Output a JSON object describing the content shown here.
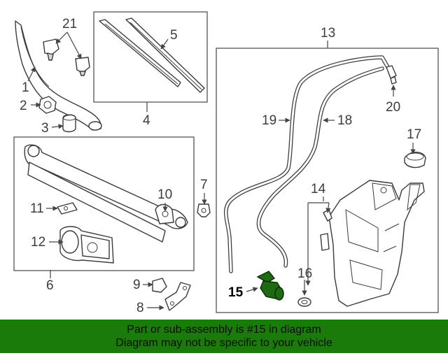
{
  "callouts": {
    "c1": "1",
    "c2": "2",
    "c3": "3",
    "c4": "4",
    "c5": "5",
    "c6": "6",
    "c7": "7",
    "c8": "8",
    "c9": "9",
    "c10": "10",
    "c11": "11",
    "c12": "12",
    "c13": "13",
    "c14": "14",
    "c15": "15",
    "c16": "16",
    "c17": "17",
    "c18": "18",
    "c19": "19",
    "c20": "20",
    "c21": "21"
  },
  "highlighted_part": "15",
  "banner": {
    "line1": "Part or sub-assembly is #15 in diagram",
    "line2": "Diagram may not be specific to your vehicle"
  },
  "colors": {
    "banner_background": "#1a7a0a",
    "highlight_part": "#1d6a12",
    "line_art": "#3a3a3a"
  }
}
